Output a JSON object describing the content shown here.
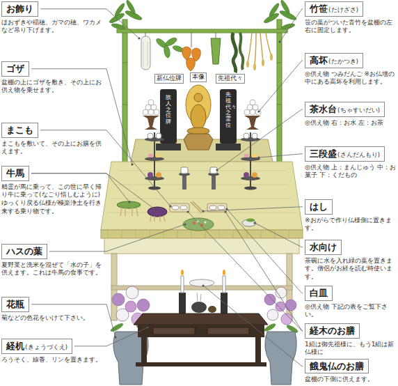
{
  "diagram": {
    "nodes": [
      {
        "text": [
          "お飾り",
          "ほおずきや稲穂、ガマの穂、ワカメなど吊り下げます。"
        ]
      },
      {
        "text": [
          "ゴザ",
          "盆棚の上にゴザを敷き、その上にお供え物を乗せます。"
        ]
      },
      {
        "text": [
          "まこも",
          "まこもを敷いて、その上にお膳を供えます。"
        ]
      },
      {
        "text": [
          "牛馬",
          "精霊が馬に乗って、この世に早く帰り牛に乗って(なごり惜しむように)ゆっくり戻る仏様が極楽浄土を行き来する乗り物です。"
        ]
      },
      {
        "text": [
          "ハスの葉",
          "夏野菜と洗米を混ぜて「水の子」を供えます。これは牛馬の食事です。"
        ]
      },
      {
        "text": [
          "花瓶",
          "菊などの色花をいけて下さい。"
        ]
      },
      {
        "text": [
          "経机",
          "(きょうづくえ)",
          "ろうそく、線香、リンを置きます。"
        ]
      },
      {
        "text": [
          "竹笹",
          "(たけざさ)",
          "笹の葉がついた青竹を盆棚の左右に固定します。"
        ]
      },
      {
        "text": [
          "高坏",
          "(たかつき)",
          "◎供え物 つみだんご ※お仏壇の中にある高坏を利用します。"
        ]
      },
      {
        "text": [
          "茶水台",
          "(ちゃすいだい)",
          "◎供え物 右：お水 左：お茶"
        ]
      },
      {
        "text": [
          "三段盛",
          "(さんだんもり)",
          "◎供え物 上：まんじゅう 中：お菓子 下：くだもの"
        ]
      },
      {
        "text": [
          "はし",
          "※おがらで作り仏様側に置きます。"
        ]
      },
      {
        "text": [
          "水向け",
          "茶碗に水を入れ緑の葉を置きます。僧侶がお経を読む時使います。"
        ]
      },
      {
        "text": [
          "白皿",
          "◎供え物 下記の表をご覧下さい。"
        ]
      },
      {
        "text": [
          "経木のお膳",
          "1組は御先祖様に、もう1組は新仏様に"
        ]
      },
      {
        "text": [
          "餓鬼仏のお膳",
          "盆棚の下側に供えます。"
        ]
      }
    ],
    "labels": [
      "新仏位牌",
      "本像",
      "先祖代々",
      "故人之位牌",
      "先祖代々之霊位"
    ]
  }
}
